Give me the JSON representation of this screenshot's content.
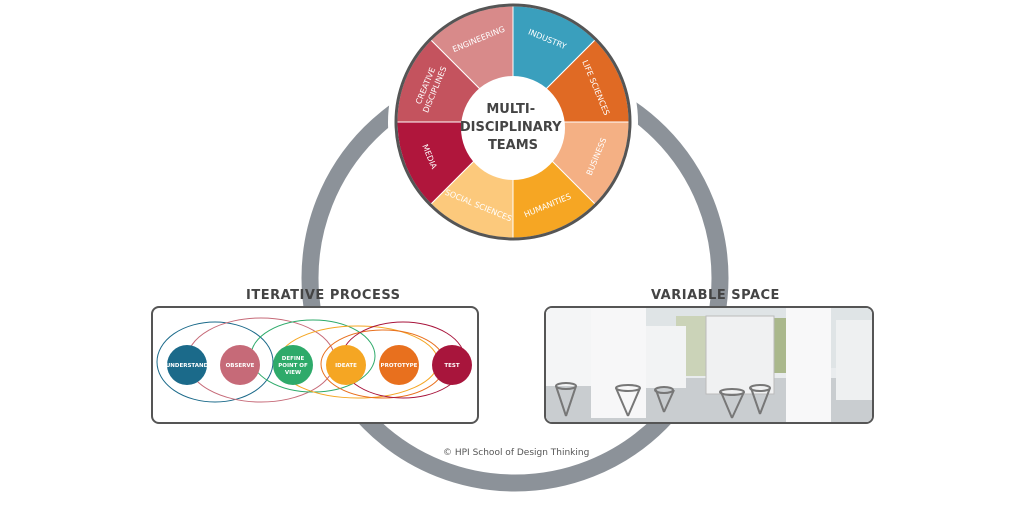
{
  "center": {
    "lines": [
      "MULTI-",
      "DISCIPLINARY",
      "TEAMS"
    ]
  },
  "wheel": {
    "segments": [
      {
        "label": "INDUSTRY",
        "color": "#3a9fbd"
      },
      {
        "label": "LIFE SCIENCES",
        "color": "#e06a24"
      },
      {
        "label": "BUSINESS",
        "color": "#f4b084"
      },
      {
        "label": "HUMANITIES",
        "color": "#f6a623"
      },
      {
        "label": "SOCIAL SCIENCES",
        "color": "#fcc97c"
      },
      {
        "label": "MEDIA",
        "color": "#b0163c"
      },
      {
        "label": "CREATIVE DISCIPLINES",
        "color": "#c4535e"
      },
      {
        "label": "ENGINEERING",
        "color": "#d88a8a"
      }
    ]
  },
  "iterative": {
    "title": "ITERATIVE PROCESS",
    "steps": [
      {
        "label": "UNDERSTAND",
        "color": "#1b6a8a"
      },
      {
        "label": "OBSERVE",
        "color": "#c66a78"
      },
      {
        "label": "DEFINE POINT OF VIEW",
        "color": "#2eaa6a"
      },
      {
        "label": "IDEATE",
        "color": "#f5a623"
      },
      {
        "label": "PROTOTYPE",
        "color": "#e8701e"
      },
      {
        "label": "TEST",
        "color": "#a8153c"
      }
    ]
  },
  "space": {
    "title": "VARIABLE SPACE"
  },
  "copyright": "© HPI School of Design Thinking",
  "colors": {
    "ring": "#8c9299",
    "text": "#444444"
  }
}
